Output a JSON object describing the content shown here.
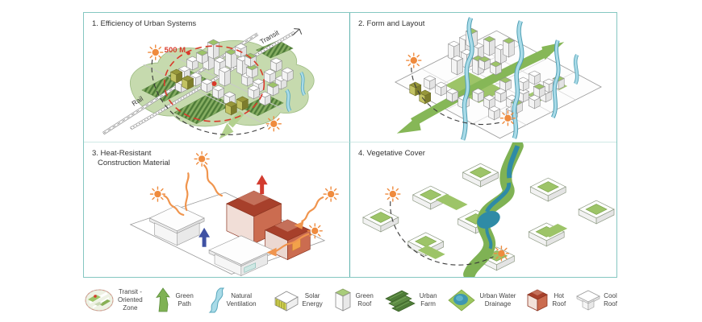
{
  "colors": {
    "border_teal": "#85c7c1",
    "divider_teal": "#5fb2ad",
    "sun_orange": "#ef8b3e",
    "radius_red": "#d93a2b",
    "path_green": "#7fb254",
    "roof_green": "#9dc468",
    "farm_green": "#4e7c38",
    "water_blue": "#a9dbe8",
    "pond_blue": "#2f8ba6",
    "hot_roof_red": "#a7402b"
  },
  "panels": [
    {
      "title": "1. Efficiency of Urban Systems",
      "annotations": {
        "radius_label": "500 M",
        "transit_label": "Transit",
        "rail_label": "Rail"
      }
    },
    {
      "title": "2. Form and Layout"
    },
    {
      "title_lines": [
        "3. Heat-Resistant",
        "Construction Material"
      ]
    },
    {
      "title": "4. Vegetative Cover"
    }
  ],
  "legend": {
    "items": [
      {
        "icon": "transit-oriented-zone-icon",
        "lines": [
          "Transit -",
          "Oriented",
          "Zone"
        ]
      },
      {
        "icon": "green-path-icon",
        "lines": [
          "Green",
          "Path"
        ]
      },
      {
        "icon": "natural-ventilation-icon",
        "lines": [
          "Natural",
          "Ventilation"
        ]
      },
      {
        "icon": "solar-energy-icon",
        "lines": [
          "Solar",
          "Energy"
        ]
      },
      {
        "icon": "green-roof-icon",
        "lines": [
          "Green",
          "Roof"
        ]
      },
      {
        "icon": "urban-farm-icon",
        "lines": [
          "Urban",
          "Farm"
        ]
      },
      {
        "icon": "urban-water-drainage-icon",
        "lines": [
          "Urban Water",
          "Drainage"
        ]
      },
      {
        "icon": "hot-roof-icon",
        "lines": [
          "Hot",
          "Roof"
        ]
      },
      {
        "icon": "cool-roof-icon",
        "lines": [
          "Cool",
          "Roof"
        ]
      }
    ]
  }
}
